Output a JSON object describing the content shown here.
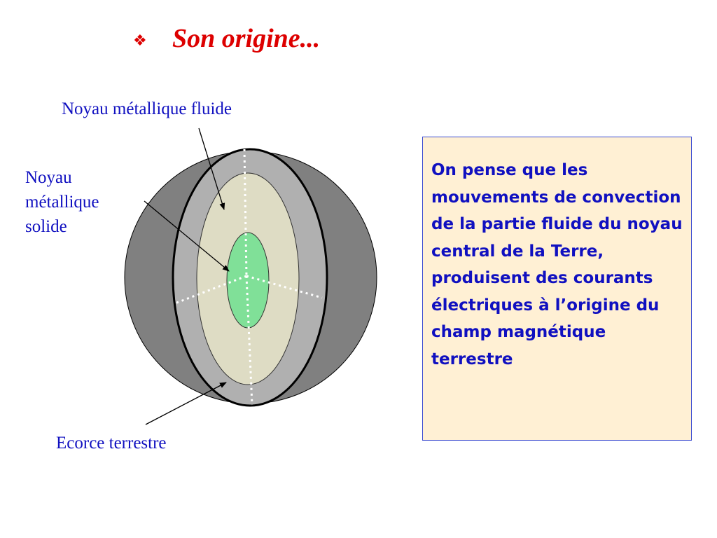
{
  "slide": {
    "bullet_glyph": "❖",
    "title": "Son origine...",
    "colors": {
      "title": "#dd0000",
      "text": "#1010c0",
      "box_background": "#fff0d4",
      "box_border": "#3a4ad0",
      "crust_outer": "#808080",
      "crust_inner": "#b0b0b0",
      "fluid_core": "#dedcc4",
      "solid_core": "#80e098"
    }
  },
  "diagram": {
    "label_fluid_core": "Noyau métallique fluide",
    "label_solid_core": [
      "Noyau",
      "métallique",
      "solide"
    ],
    "label_crust": "Ecorce terrestre"
  },
  "info_box": {
    "text": "On pense que les mouvements de convection de la partie fluide du noyau central de la Terre, produisent des courants électriques à l’origine du champ magnétique terrestre"
  }
}
